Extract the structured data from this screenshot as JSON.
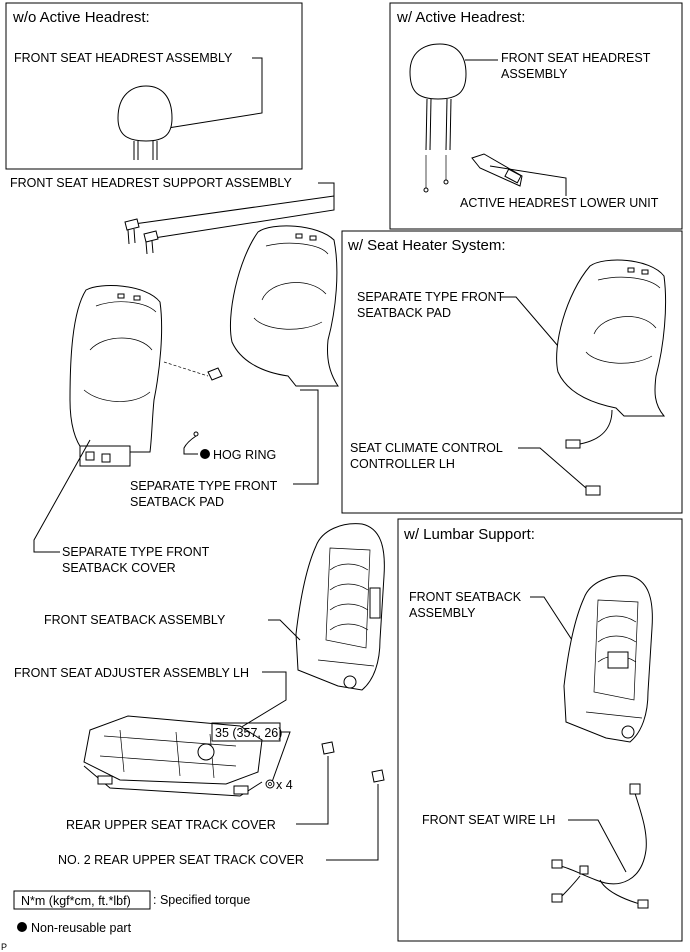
{
  "boxes": {
    "wo_active_headrest": "w/o Active Headrest:",
    "w_active_headrest": "w/ Active Headrest:",
    "w_seat_heater": "w/ Seat Heater System:",
    "w_lumbar_support": "w/ Lumbar Support:"
  },
  "labels": {
    "headrest_assy_1": "FRONT SEAT HEADREST ASSEMBLY",
    "headrest_assy_2_l1": "FRONT SEAT HEADREST",
    "headrest_assy_2_l2": "ASSEMBLY",
    "active_headrest_lower": "ACTIVE HEADREST LOWER UNIT",
    "headrest_support": "FRONT SEAT HEADREST SUPPORT ASSEMBLY",
    "heater_pad_l1": "SEPARATE TYPE FRONT",
    "heater_pad_l2": "SEATBACK PAD",
    "climate_ctrl_l1": "SEAT CLIMATE CONTROL",
    "climate_ctrl_l2": "CONTROLLER LH",
    "hog_ring": "HOG RING",
    "seatback_pad_l1": "SEPARATE TYPE FRONT",
    "seatback_pad_l2": "SEATBACK PAD",
    "seatback_cover_l1": "SEPARATE TYPE FRONT",
    "seatback_cover_l2": "SEATBACK COVER",
    "seatback_assy": "FRONT SEATBACK ASSEMBLY",
    "lumbar_seatback_l1": "FRONT SEATBACK",
    "lumbar_seatback_l2": "ASSEMBLY",
    "seat_adjuster": "FRONT SEAT ADJUSTER ASSEMBLY LH",
    "torque_value": "35 (357, 26)",
    "bolt_count": "x 4",
    "rear_track_cover": "REAR UPPER SEAT TRACK COVER",
    "no2_track_cover": "NO. 2 REAR UPPER SEAT TRACK COVER",
    "seat_wire": "FRONT SEAT WIRE LH"
  },
  "legend": {
    "torque_unit": "N*m (kgf*cm, ft.*lbf)",
    "torque_desc": ": Specified torque",
    "non_reusable": "Non-reusable part"
  },
  "corner_mark": "P"
}
